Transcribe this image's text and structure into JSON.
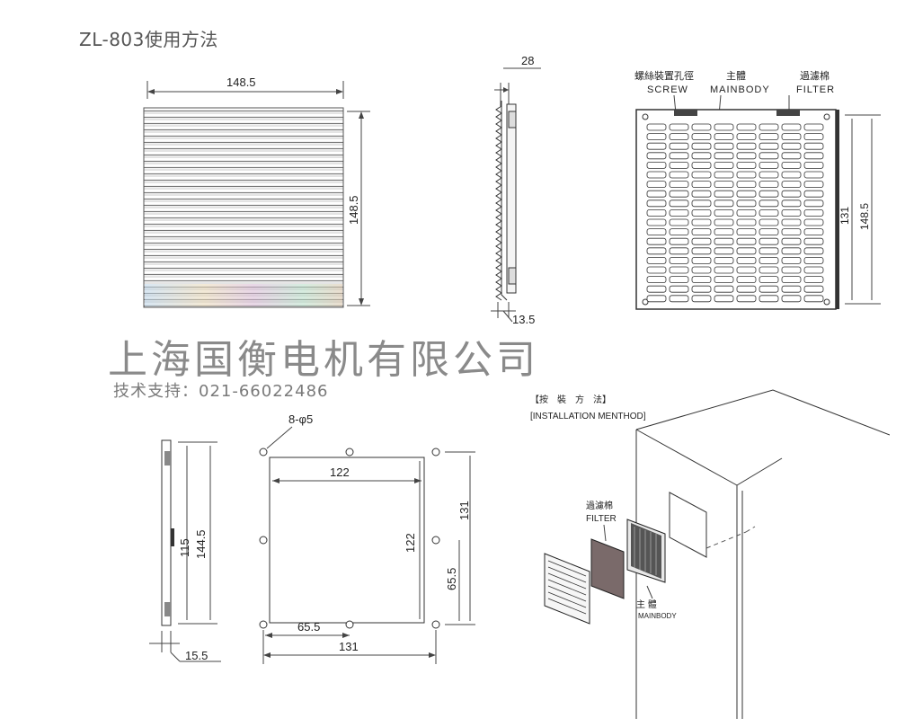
{
  "title": "ZL-803使用方法",
  "company": "上海国衡电机有限公司",
  "support": "技术支持：021-66022486",
  "front_view": {
    "width_dim": "148.5",
    "height_dim": "148.5"
  },
  "side_view": {
    "top_dim": "28",
    "bottom_dim": "13.5"
  },
  "back_view": {
    "label_screw_cn": "螺絲裝置孔徑",
    "label_screw_en": "SCREW",
    "label_body_cn": "主體",
    "label_body_en": "MAINBODY",
    "label_filter_cn": "過濾棉",
    "label_filter_en": "FILTER",
    "dim_inner": "131",
    "dim_outer": "148.5"
  },
  "small_side": {
    "dim_inner": "115",
    "dim_outer": "144.5",
    "dim_bottom": "15.5"
  },
  "cutout": {
    "holes_label": "8-φ5",
    "dim_top": "122",
    "dim_right_inner": "122",
    "dim_right_outer": "131",
    "dim_right_half": "65.5",
    "dim_bottom_half": "65.5",
    "dim_bottom_full": "131"
  },
  "install": {
    "title_cn": "【按　裝　方　法】",
    "title_en": "[INSTALLATION MENTHOD]",
    "filter_cn": "過濾棉",
    "filter_en": "FILTER",
    "body_cn": "主 體",
    "body_en": "MAINBODY"
  }
}
